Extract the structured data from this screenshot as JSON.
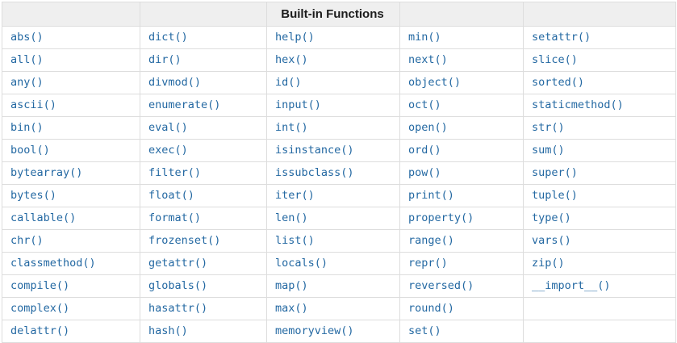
{
  "page_title": "Built-in Functions table",
  "colors": {
    "link_blue": "#2368a2",
    "header_bg": "#efefef",
    "border": "#dddddd",
    "header_text": "#1c1c1c",
    "page_bg": "#ffffff"
  },
  "chart_data": {
    "type": "table",
    "title": "Built-in Functions",
    "columns": 5,
    "rows": 14
  },
  "table": {
    "header_title": "Built-in Functions",
    "rows": [
      [
        "abs()",
        "dict()",
        "help()",
        "min()",
        "setattr()"
      ],
      [
        "all()",
        "dir()",
        "hex()",
        "next()",
        "slice()"
      ],
      [
        "any()",
        "divmod()",
        "id()",
        "object()",
        "sorted()"
      ],
      [
        "ascii()",
        "enumerate()",
        "input()",
        "oct()",
        "staticmethod()"
      ],
      [
        "bin()",
        "eval()",
        "int()",
        "open()",
        "str()"
      ],
      [
        "bool()",
        "exec()",
        "isinstance()",
        "ord()",
        "sum()"
      ],
      [
        "bytearray()",
        "filter()",
        "issubclass()",
        "pow()",
        "super()"
      ],
      [
        "bytes()",
        "float()",
        "iter()",
        "print()",
        "tuple()"
      ],
      [
        "callable()",
        "format()",
        "len()",
        "property()",
        "type()"
      ],
      [
        "chr()",
        "frozenset()",
        "list()",
        "range()",
        "vars()"
      ],
      [
        "classmethod()",
        "getattr()",
        "locals()",
        "repr()",
        "zip()"
      ],
      [
        "compile()",
        "globals()",
        "map()",
        "reversed()",
        "__import__()"
      ],
      [
        "complex()",
        "hasattr()",
        "max()",
        "round()",
        ""
      ],
      [
        "delattr()",
        "hash()",
        "memoryview()",
        "set()",
        ""
      ]
    ]
  }
}
